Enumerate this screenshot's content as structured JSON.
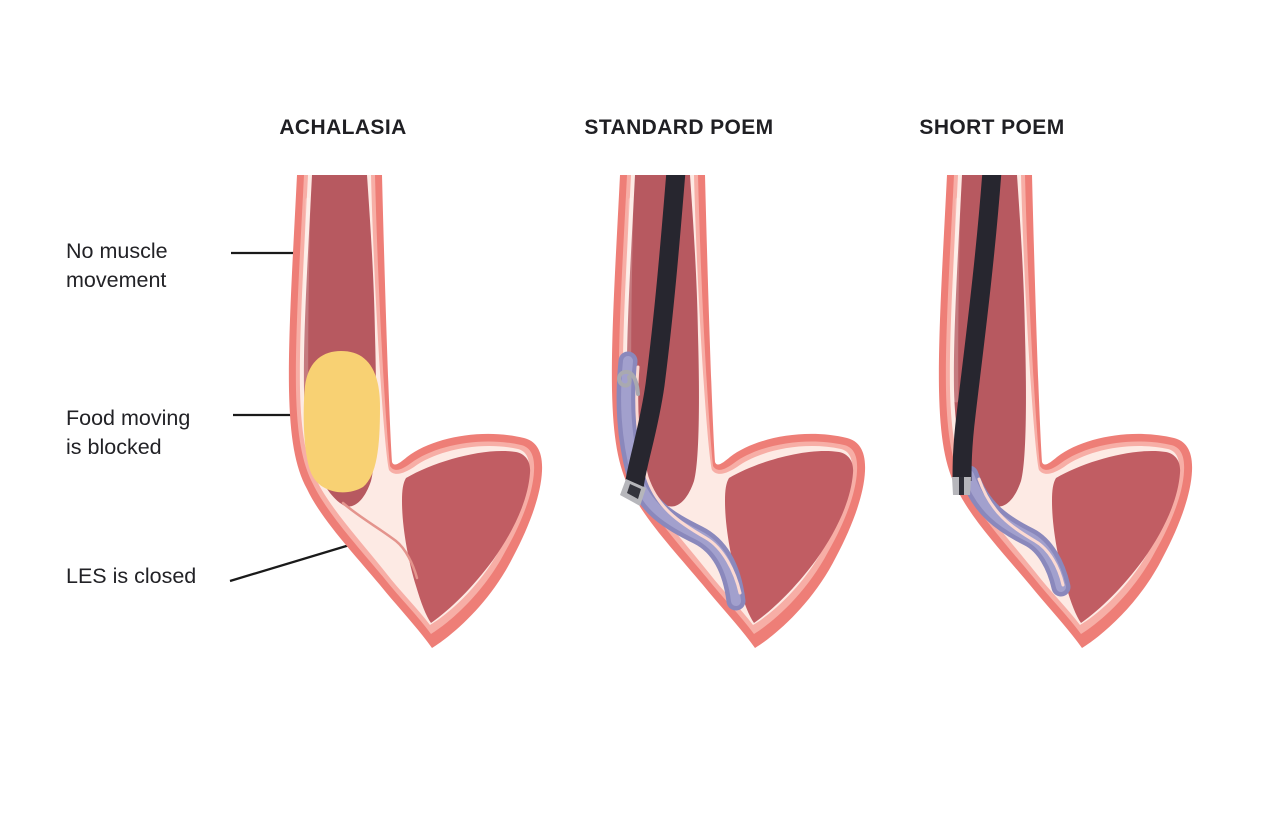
{
  "panels": [
    {
      "title": "ACHALASIA"
    },
    {
      "title": "STANDARD POEM"
    },
    {
      "title": "SHORT POEM"
    }
  ],
  "labels": [
    {
      "lines": [
        "No muscle",
        "movement"
      ]
    },
    {
      "lines": [
        "Food moving",
        "is blocked"
      ]
    },
    {
      "lines": [
        "LES is closed"
      ]
    }
  ],
  "colors": {
    "background": "#ffffff",
    "text": "#222226",
    "leader_line": "#1a1a1a",
    "wall_outer": "#ee7e77",
    "wall_submucosa": "#f7aea6",
    "wall_mucosa": "#fdeae4",
    "esophagus_lumen": "#b75960",
    "stomach_lumen": "#c15d63",
    "food_bolus": "#f8d173",
    "endoscope": "#27262f",
    "endoscope_tip": "#b6b6bb",
    "knife_hook": "#a9a9b0",
    "submucosal_tunnel": "#8a88bc"
  }
}
